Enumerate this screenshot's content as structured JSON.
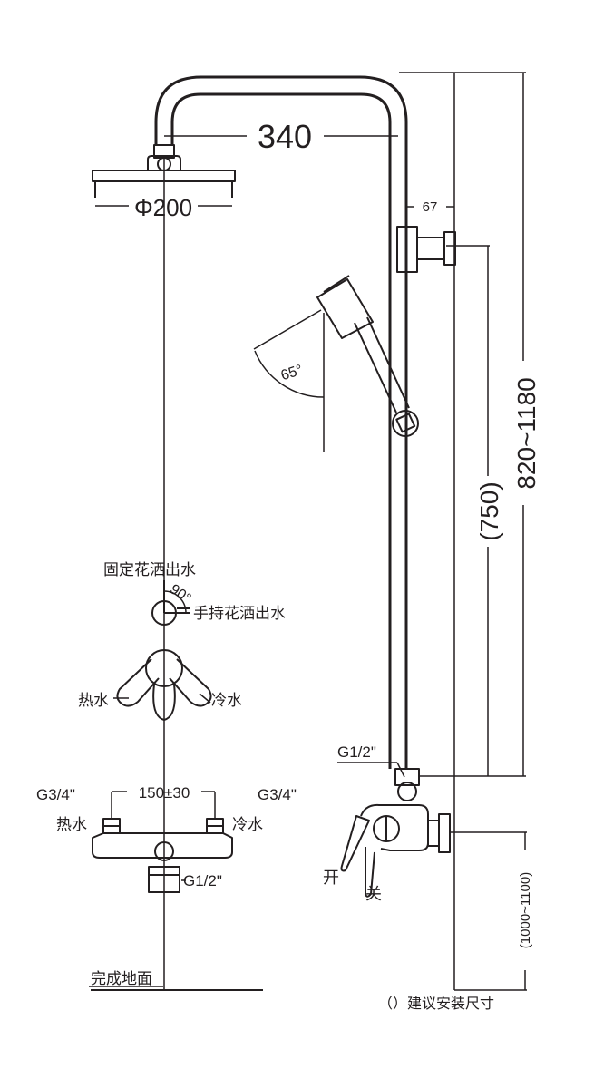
{
  "dims": {
    "arm_span": "340",
    "head_diameter": "Φ200",
    "wall_offset": "67",
    "rail_height": "(750)",
    "total_height": "820~1180",
    "tilt_angle": "65°",
    "divert_angle": "90°",
    "inlet_spacing": "150±30",
    "mixer_height": "(1000~1100)"
  },
  "labels": {
    "fixed_head_outlet": "固定花洒出水",
    "handheld_outlet": "手持花洒出水",
    "hot_water_top": "热水",
    "cold_water_top": "冷水",
    "thread_g34_left": "G3/4\"",
    "thread_g34_right": "G3/4\"",
    "hot_water": "热水",
    "cold_water": "冷水",
    "thread_g12_bottom": "G1/2\"",
    "thread_g12_side": "G1/2\"",
    "open": "开",
    "close": "关",
    "finished_floor": "完成地面",
    "note": "（）建议安装尺寸"
  }
}
